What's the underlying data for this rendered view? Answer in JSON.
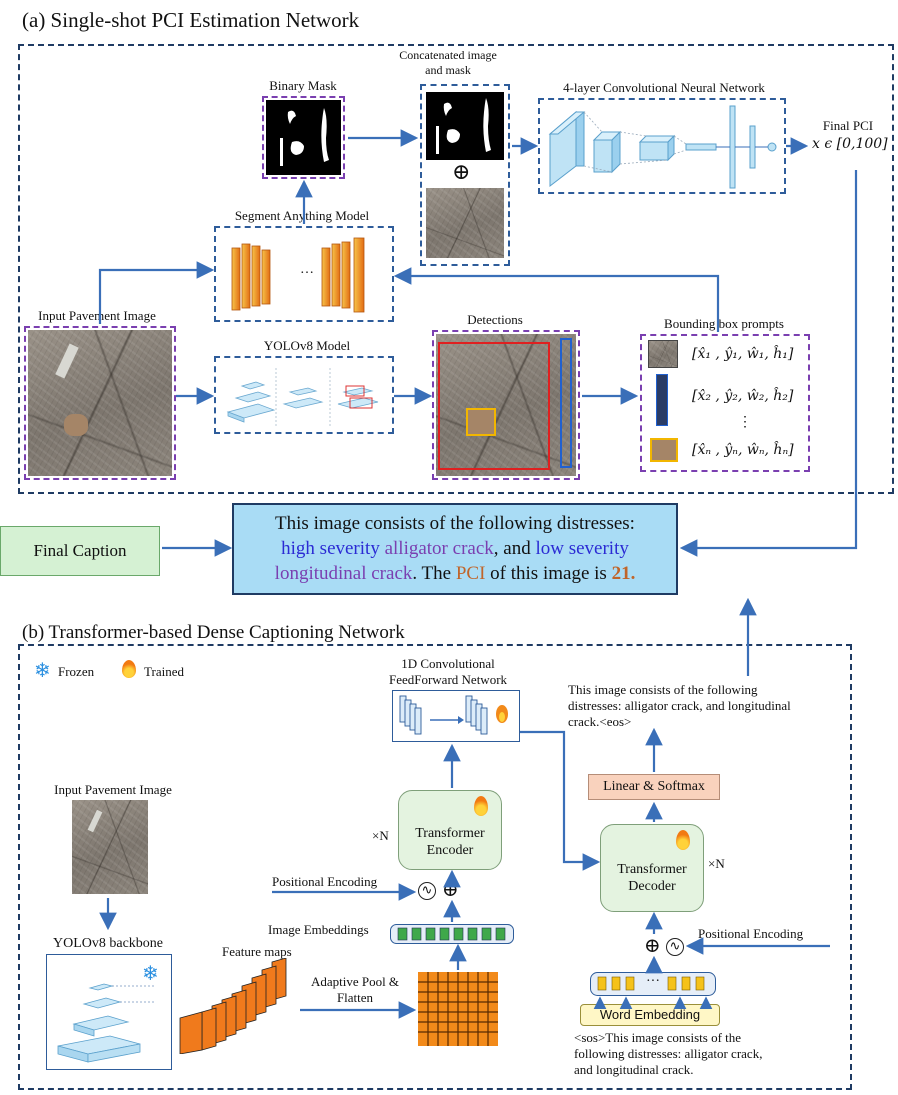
{
  "section_a": {
    "title": "(a) Single-shot PCI Estimation Network",
    "binary_mask_label": "Binary Mask",
    "concat_label": "Concatenated image and mask",
    "plus_symbol": "⊕",
    "cnn_label": "4-layer Convolutional Neural Network",
    "final_pci_label": "Final PCI",
    "final_pci_range": "x ϵ [0,100]",
    "sam_label": "Segment Anything Model",
    "sam_dots": "…",
    "input_label": "Input Pavement Image",
    "yolo_label": "YOLOv8 Model",
    "detections_label": "Detections",
    "bbox_label": "Bounding box prompts",
    "bbox_rows": [
      "[x̂₁ , ŷ₁, ŵ₁, ĥ₁]",
      "[x̂₂ , ŷ₂, ŵ₂, ĥ₂]",
      "⋮",
      "[x̂ₙ , ŷₙ, ŵₙ, ĥₙ]"
    ]
  },
  "final_caption": {
    "button_label": "Final Caption",
    "line1": "This image consists of the following distresses:",
    "l2_a": "high severity",
    "l2_b": " alligator crack",
    "l2_c": ", and ",
    "l2_d": "low severity",
    "l3_a": "longitudinal crack",
    "l3_b": ". The ",
    "l3_c": "PCI",
    "l3_d": " of this image is ",
    "l3_e": "21."
  },
  "section_b": {
    "title": "(b) Transformer-based Dense Captioning Network",
    "frozen_label": "Frozen",
    "trained_label": "Trained",
    "conv1d_label": "1D Convolutional FeedForward Network",
    "output_caption": "This image consists of the following distresses: alligator crack, and longitudinal crack.<eos>",
    "linear_softmax": "Linear & Softmax",
    "input_label": "Input Pavement Image",
    "encoder_label": "Transformer Encoder",
    "decoder_label": "Transformer Decoder",
    "times_n": "×N",
    "pos_enc_left": "Positional Encoding",
    "pos_enc_right": "Positional Encoding",
    "image_embeddings": "Image Embeddings",
    "yolo_backbone": "YOLOv8 backbone",
    "feature_maps": "Feature maps",
    "adaptive_pool": "Adaptive Pool & Flatten",
    "word_embedding": "Word Embedding",
    "emb_dots": "···",
    "input_caption": "<sos>This image consists of the following distresses: alligator crack, and longitudinal crack."
  },
  "colors": {
    "dash_border": "#1f3b63",
    "purple_border": "#7a3fb0",
    "arrow": "#3a6fb8",
    "caption_fill": "#a9dcf5",
    "sam_orange": "#f2a12a",
    "grid_orange": "#f28a1a"
  }
}
